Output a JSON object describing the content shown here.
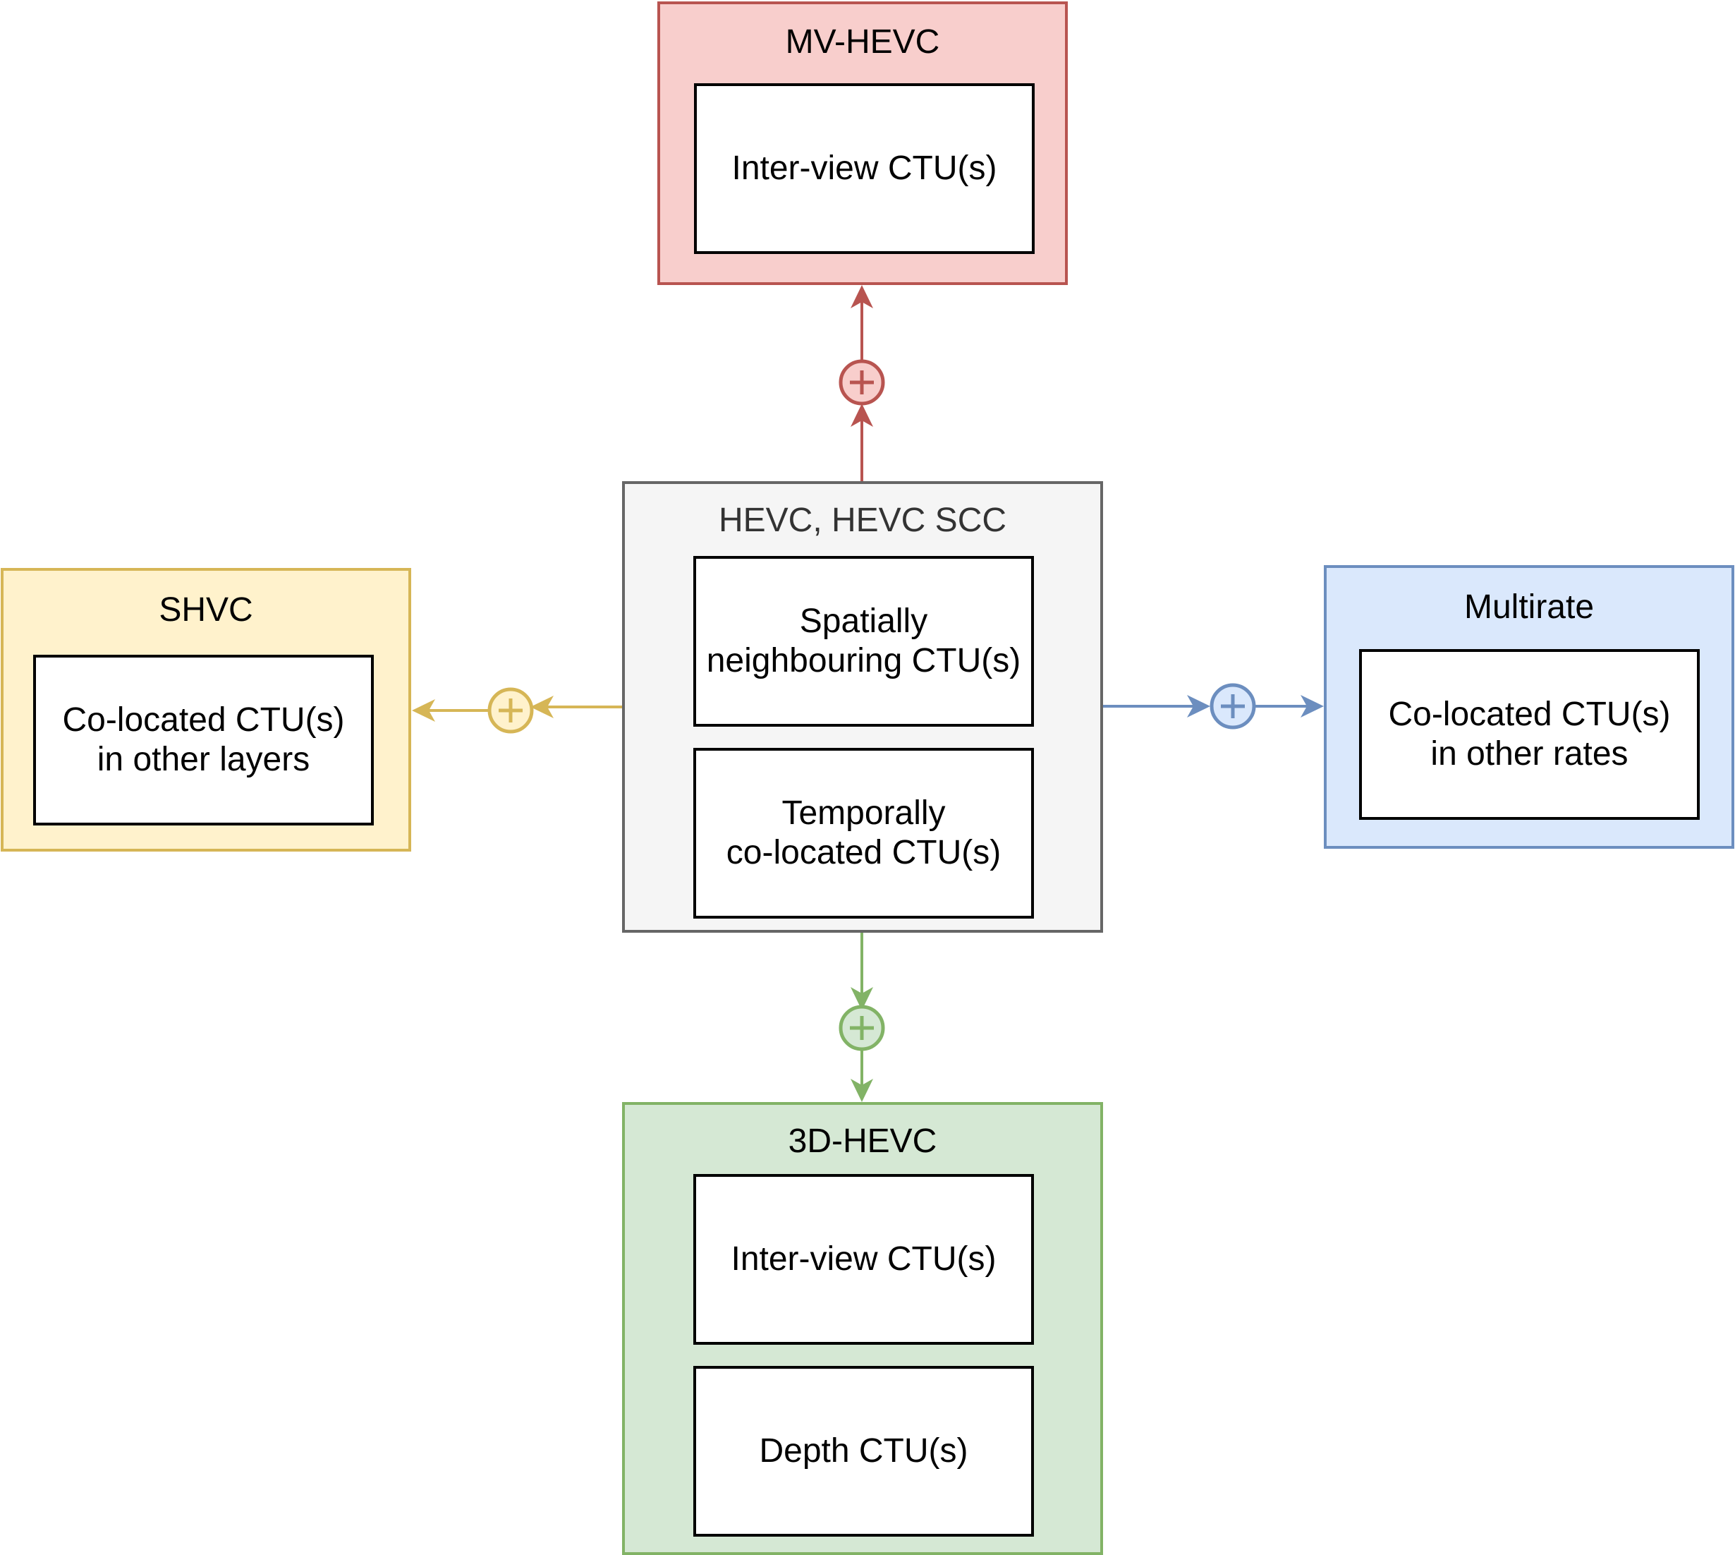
{
  "colors": {
    "mv_fill": "#f8cecc",
    "mv_stroke": "#b85450",
    "center_fill": "#f5f5f5",
    "center_stroke": "#666666",
    "shvc_fill": "#fff2cc",
    "shvc_stroke": "#d6b656",
    "multirate_fill": "#dae8fc",
    "multirate_stroke": "#6c8ebf",
    "hevc3d_fill": "#d5e8d4",
    "hevc3d_stroke": "#82b366"
  },
  "mv_hevc": {
    "title": "MV-HEVC",
    "boxes": [
      "Inter-view CTU(s)"
    ]
  },
  "center": {
    "title": "HEVC, HEVC SCC",
    "boxes": [
      "Spatially\nneighbouring CTU(s)",
      "Temporally\nco-located CTU(s)"
    ]
  },
  "shvc": {
    "title": "SHVC",
    "boxes": [
      "Co-located CTU(s)\nin other layers"
    ]
  },
  "multirate": {
    "title": "Multirate",
    "boxes": [
      "Co-located CTU(s)\nin other rates"
    ]
  },
  "hevc3d": {
    "title": "3D-HEVC",
    "boxes": [
      "Inter-view CTU(s)",
      "Depth CTU(s)"
    ]
  },
  "edges": [
    {
      "from": "center",
      "to": "mv_hevc",
      "symbol": "plus-circle"
    },
    {
      "from": "center",
      "to": "shvc",
      "symbol": "plus-circle"
    },
    {
      "from": "center",
      "to": "multirate",
      "symbol": "plus-circle"
    },
    {
      "from": "center",
      "to": "hevc3d",
      "symbol": "plus-circle"
    }
  ]
}
